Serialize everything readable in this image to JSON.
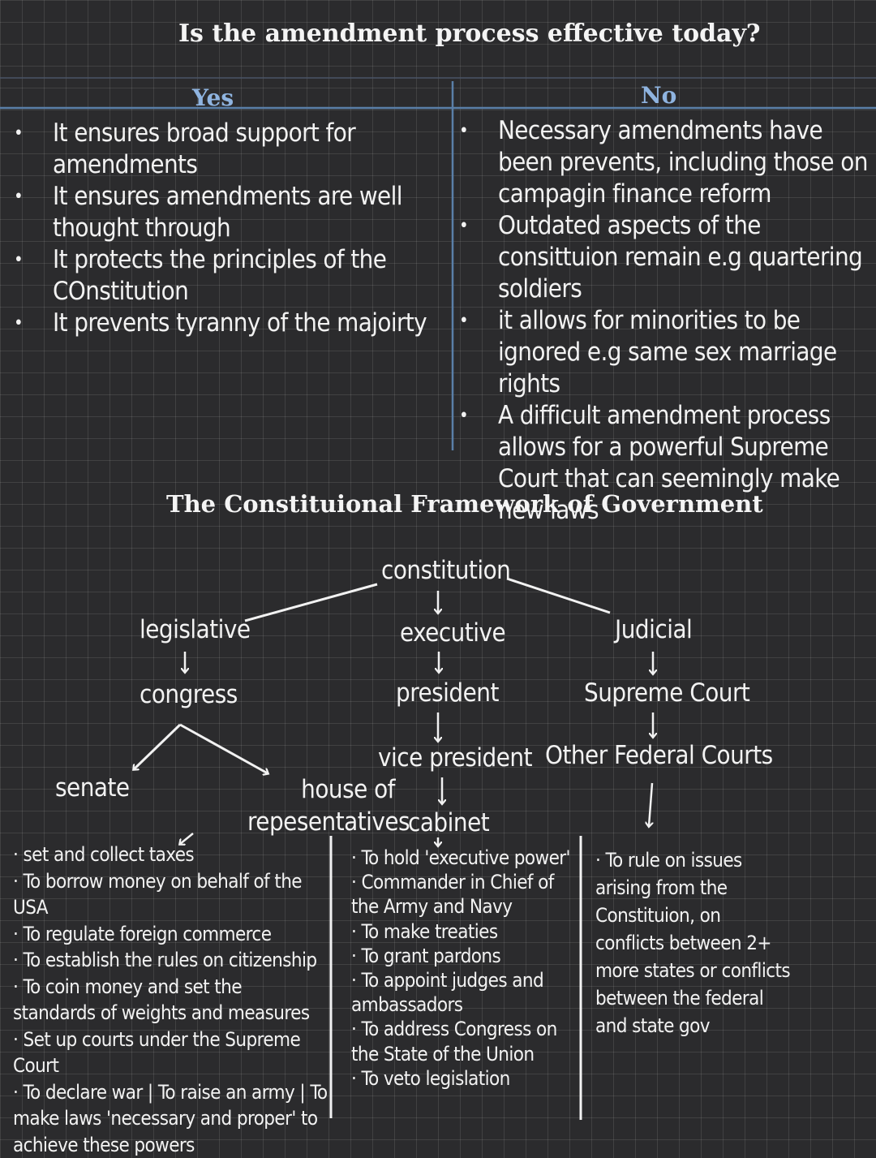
{
  "section1": {
    "title": "Is the amendment process effective today?",
    "yes_heading": "Yes",
    "no_heading": "No",
    "yes_points": [
      "It ensures broad support for amendments",
      "It ensures amendments are well thought through",
      "It protects the principles of the COnstitution",
      "It prevents tyranny of the majoirty"
    ],
    "no_points": [
      "Necessary amendments have been prevents, including those on campagin finance reform",
      "Outdated aspects of the consittuion remain e.g quartering soldiers",
      "it allows for minorities to be ignored e.g same sex marriage rights",
      "A difficult amendment process allows for a powerful Supreme Court that can seemingly make new laws"
    ]
  },
  "section2": {
    "title": "The Constituional Framework of Government",
    "nodes": {
      "constitution": "constitution",
      "legislative": "legislative",
      "congress": "congress",
      "senate": "senate",
      "house": "house of repesentatives",
      "executive": "executive",
      "president": "president",
      "vice_president": "vice president",
      "cabinet": "cabinet",
      "judicial": "Judicial",
      "supreme_court": "Supreme Court",
      "federal_courts": "Other Federal Courts"
    },
    "congress_powers": [
      "set and collect taxes",
      "To borrow money on behalf of the USA",
      "To regulate foreign commerce",
      "To establish the rules on citizenship",
      "To coin money and set the standards of weights and measures",
      "Set up courts under the Supreme Court",
      "To declare war | To raise an army | To make laws 'necessary and proper' to achieve these powers"
    ],
    "president_powers": [
      "To hold 'executive power'",
      "Commander in Chief of the Army and Navy",
      "To make treaties",
      "To grant pardons",
      "To appoint judges and ambassadors",
      "To address Congress on the State of the Union",
      "To veto legislation"
    ],
    "court_powers": [
      "To rule on issues arising from the Constituion, on conflicts between 2+ more states or conflicts between the federal and state gov"
    ]
  },
  "colors": {
    "background": "#2b2b2d",
    "accent_blue": "#8fb4e0",
    "rule_blue": "#5a7fa8",
    "text": "#f2f2f2"
  }
}
